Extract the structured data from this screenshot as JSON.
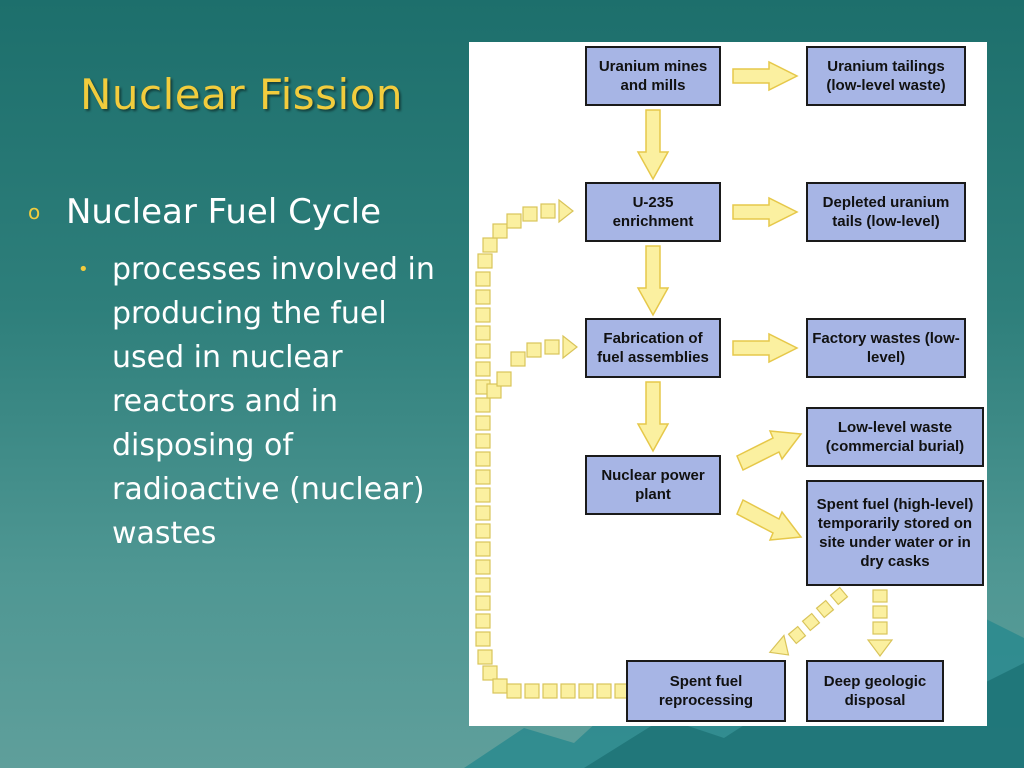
{
  "slide": {
    "title": "Nuclear Fission",
    "bullet_level1": {
      "marker": "o",
      "text": "Nuclear Fuel Cycle"
    },
    "bullet_level2": {
      "marker": "•",
      "text": "processes involved in producing the fuel used in nuclear reactors and in disposing of radioactive (nuclear) wastes"
    }
  },
  "diagram": {
    "boxes": {
      "uranium_mines": "Uranium mines and mills",
      "uranium_tailings": "Uranium tailings (low-level waste)",
      "enrichment": "U-235 enrichment",
      "depleted_uranium": "Depleted uranium tails (low-level)",
      "fabrication": "Fabrication of fuel assemblies",
      "factory_wastes": "Factory wastes (low-level)",
      "power_plant": "Nuclear power plant",
      "low_level_waste": "Low-level waste (commercial burial)",
      "spent_fuel_storage": "Spent fuel (high-level) temporarily stored on site under water or in dry casks",
      "reprocessing": "Spent fuel reprocessing",
      "geologic_disposal": "Deep geologic disposal"
    }
  },
  "colors": {
    "title": "#f2cc3d",
    "box_fill": "#a7b5e5",
    "arrow_fill": "#fbf0a0",
    "arrow_stroke": "#e6c84a"
  }
}
